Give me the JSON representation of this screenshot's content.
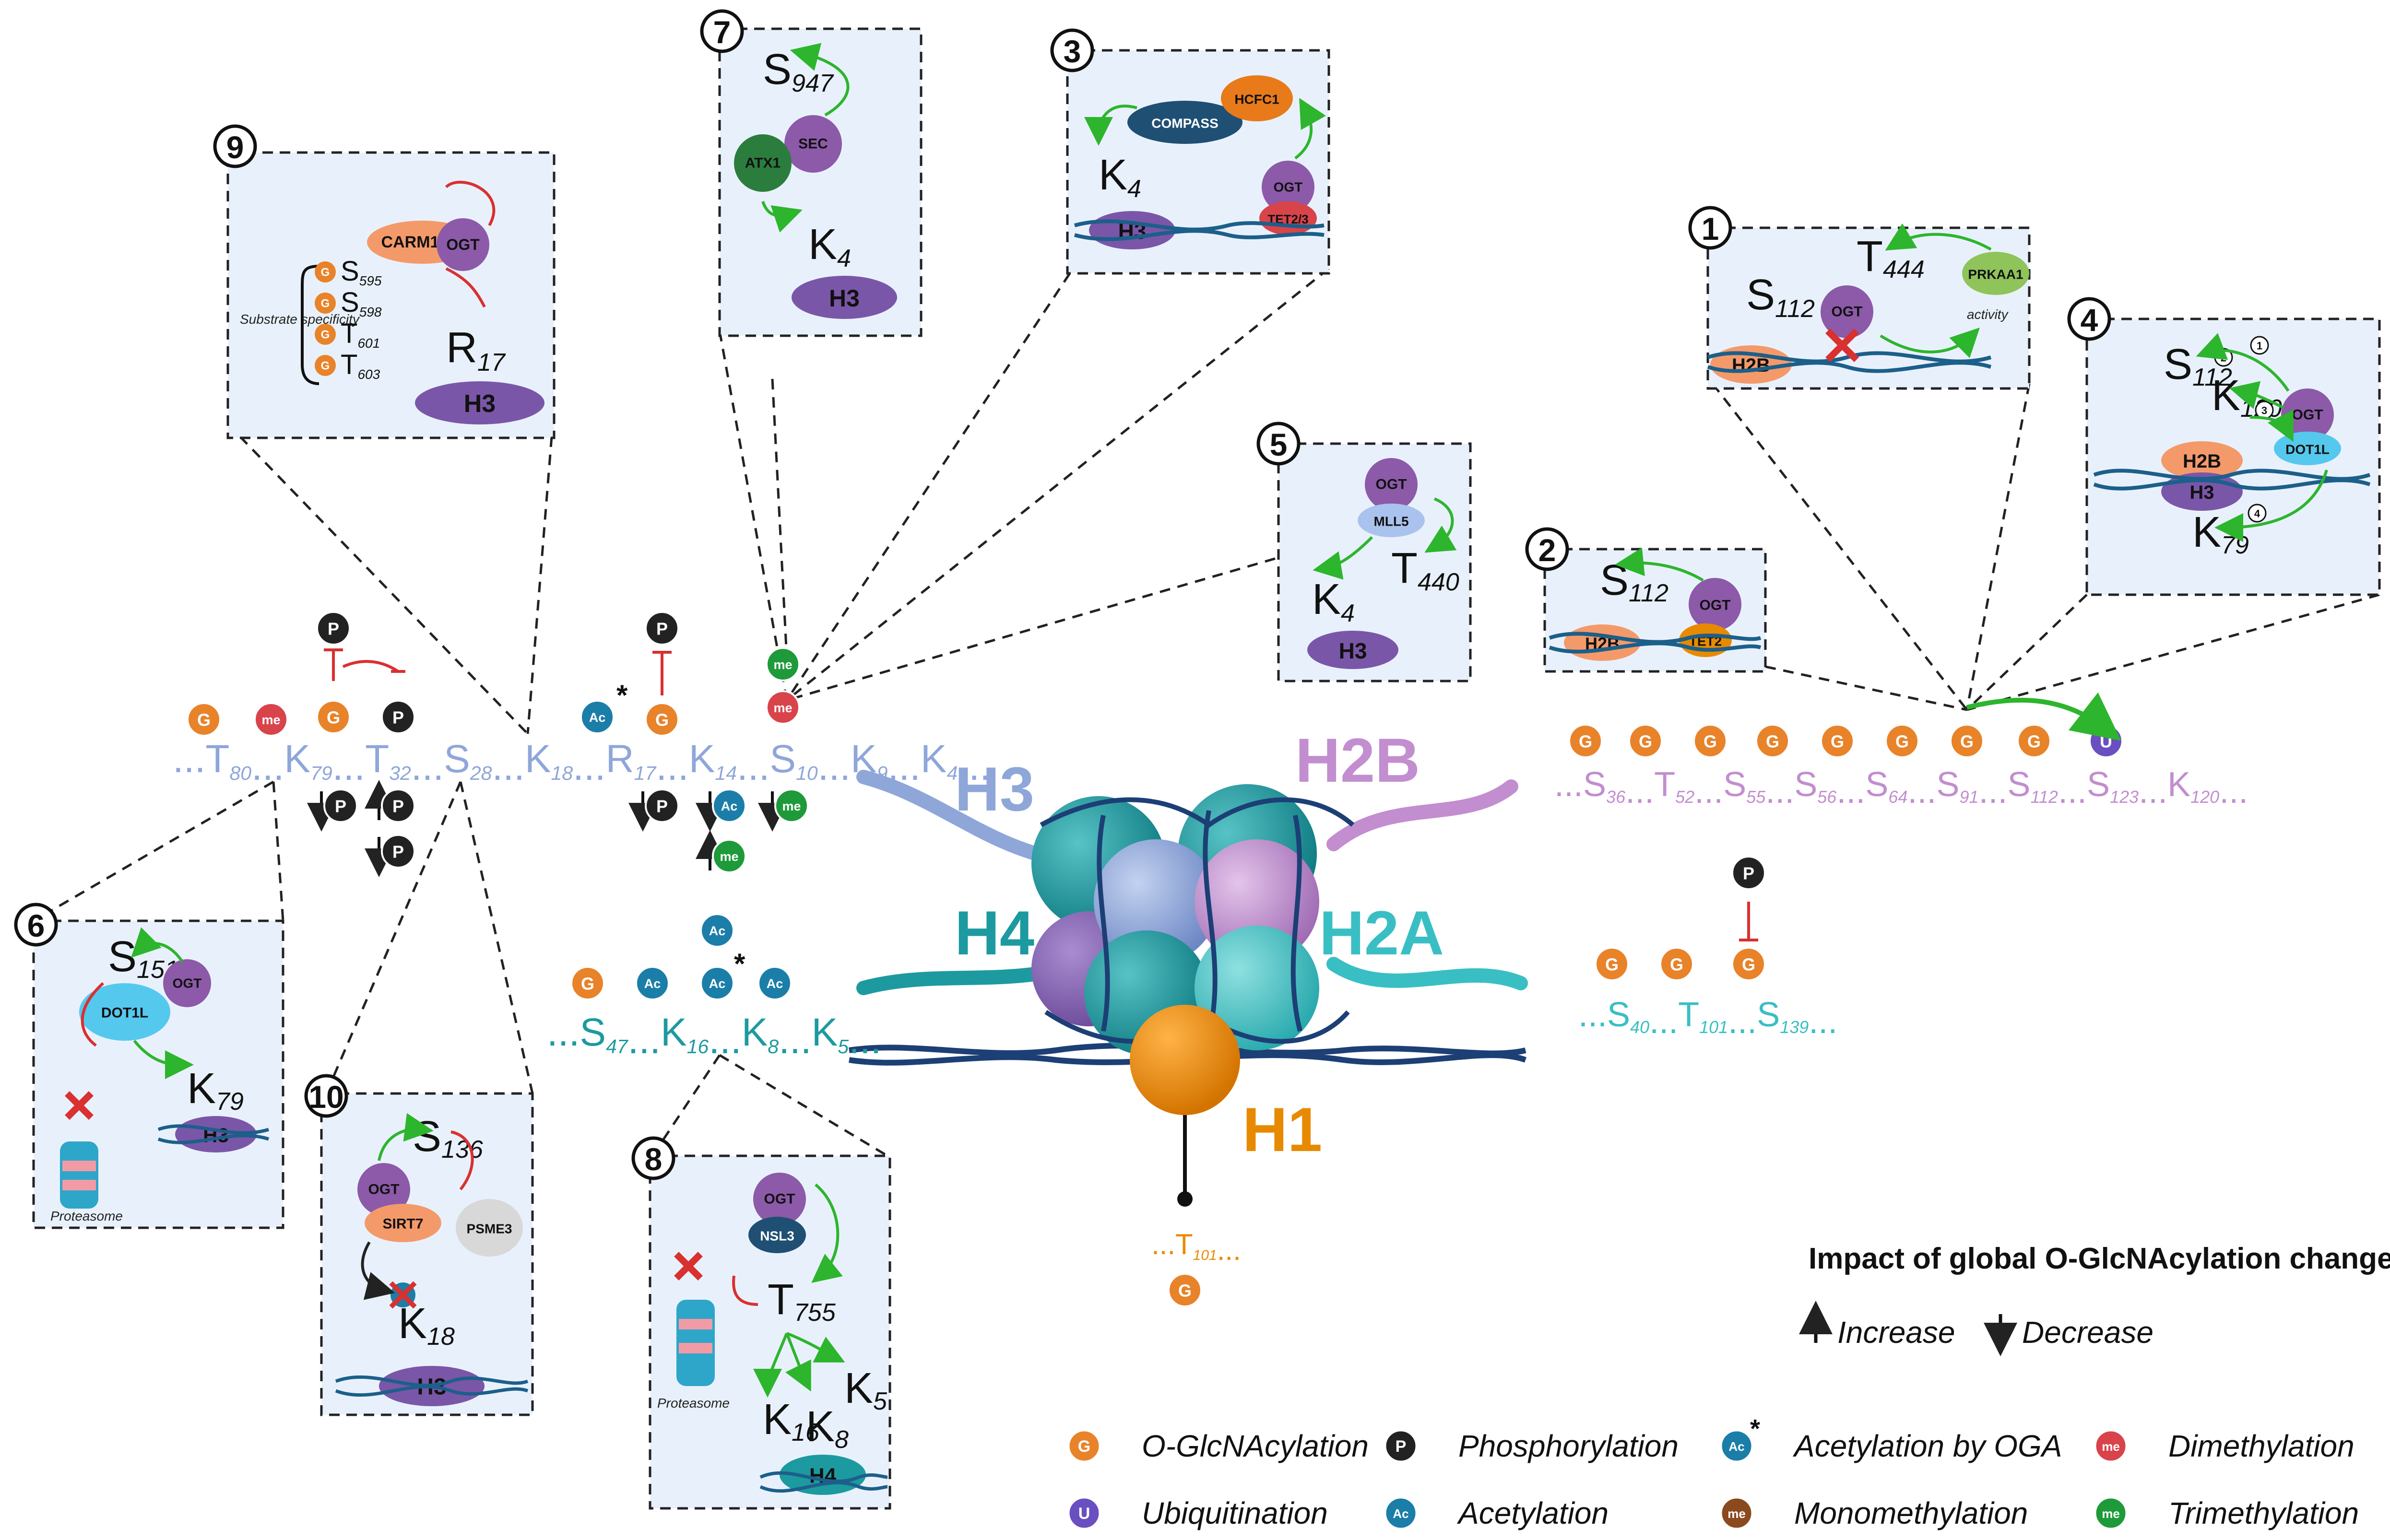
{
  "colors": {
    "glcnac": "#e8832a",
    "phospho": "#222222",
    "acetyl": "#1b7ea8",
    "dimethyl": "#d9434a",
    "trimethyl": "#1e9a3a",
    "monomethyl": "#8a4a1e",
    "ubiquitin": "#6a4fc0",
    "h3": "#8fa6d9",
    "h2b": "#c28ecf",
    "h4": "#1c9aa0",
    "h2a": "#39bfc3",
    "h1": "#e88a00",
    "panel_bg": "#e8f1fb"
  },
  "histones": {
    "h3": "H3",
    "h2b": "H2B",
    "h4": "H4",
    "h2a": "H2A",
    "h1": "H1"
  },
  "sequences": {
    "h3": [
      {
        "res": "T",
        "sub": "80"
      },
      {
        "res": "K",
        "sub": "79"
      },
      {
        "res": "T",
        "sub": "32"
      },
      {
        "res": "S",
        "sub": "28"
      },
      {
        "res": "K",
        "sub": "18"
      },
      {
        "res": "R",
        "sub": "17"
      },
      {
        "res": "K",
        "sub": "14"
      },
      {
        "res": "S",
        "sub": "10"
      },
      {
        "res": "K",
        "sub": "9"
      },
      {
        "res": "K",
        "sub": "4"
      }
    ],
    "h2b": [
      {
        "res": "S",
        "sub": "36"
      },
      {
        "res": "T",
        "sub": "52"
      },
      {
        "res": "S",
        "sub": "55"
      },
      {
        "res": "S",
        "sub": "56"
      },
      {
        "res": "S",
        "sub": "64"
      },
      {
        "res": "S",
        "sub": "91"
      },
      {
        "res": "S",
        "sub": "112"
      },
      {
        "res": "S",
        "sub": "123"
      },
      {
        "res": "K",
        "sub": "120"
      }
    ],
    "h4": [
      {
        "res": "S",
        "sub": "47"
      },
      {
        "res": "K",
        "sub": "16"
      },
      {
        "res": "K",
        "sub": "8"
      },
      {
        "res": "K",
        "sub": "5"
      }
    ],
    "h2a": [
      {
        "res": "S",
        "sub": "40"
      },
      {
        "res": "T",
        "sub": "101"
      },
      {
        "res": "S",
        "sub": "139"
      }
    ],
    "h1": [
      {
        "res": "T",
        "sub": "101"
      }
    ]
  },
  "badges": {
    "G": "G",
    "P": "P",
    "Ac": "Ac",
    "me": "me",
    "U": "U",
    "asterisk": "*"
  },
  "panels": {
    "p1": {
      "num": "1",
      "s": "S",
      "s_sub": "112",
      "t": "T",
      "t_sub": "444",
      "h2b": "H2B",
      "ogt": "OGT",
      "prkaa1": "PRKAA1",
      "activity": "activity"
    },
    "p2": {
      "num": "2",
      "s": "S",
      "s_sub": "112",
      "h2b": "H2B",
      "ogt": "OGT",
      "tet2": "TET2"
    },
    "p3": {
      "num": "3",
      "k": "K",
      "k_sub": "4",
      "h3": "H3",
      "compass": "COMPASS",
      "hcfc1": "HCFC1",
      "ogt": "OGT",
      "tet": "TET2/3"
    },
    "p4": {
      "num": "4",
      "s": "S",
      "s_sub": "112",
      "k": "K",
      "k_sub": "120",
      "k2": "K",
      "k2_sub": "79",
      "h2b": "H2B",
      "h3": "H3",
      "ogt": "OGT",
      "dot1l": "DOT1L",
      "steps": [
        "1",
        "2",
        "3",
        "4"
      ]
    },
    "p5": {
      "num": "5",
      "k": "K",
      "k_sub": "4",
      "t": "T",
      "t_sub": "440",
      "h3": "H3",
      "ogt": "OGT",
      "mll5": "MLL5"
    },
    "p6": {
      "num": "6",
      "s": "S",
      "s_sub": "1511",
      "k": "K",
      "k_sub": "79",
      "h3": "H3",
      "ogt": "OGT",
      "dot1l": "DOT1L",
      "proteasome": "Proteasome"
    },
    "p7": {
      "num": "7",
      "s": "S",
      "s_sub": "947",
      "k": "K",
      "k_sub": "4",
      "h3": "H3",
      "sec": "SEC",
      "atx1": "ATX1"
    },
    "p8": {
      "num": "8",
      "t": "T",
      "t_sub": "755",
      "k16": "K",
      "k16_sub": "16",
      "k8": "K",
      "k8_sub": "8",
      "k5": "K",
      "k5_sub": "5",
      "h4": "H4",
      "ogt": "OGT",
      "nsl3": "NSL3",
      "proteasome": "Proteasome"
    },
    "p9": {
      "num": "9",
      "r": "R",
      "r_sub": "17",
      "h3": "H3",
      "ogt": "OGT",
      "carm1": "CARM1",
      "spec": "Substrate specificity",
      "sites": [
        {
          "res": "S",
          "sub": "595"
        },
        {
          "res": "S",
          "sub": "598"
        },
        {
          "res": "T",
          "sub": "601"
        },
        {
          "res": "T",
          "sub": "603"
        }
      ]
    },
    "p10": {
      "num": "10",
      "s": "S",
      "s_sub": "136",
      "k": "K",
      "k_sub": "18",
      "h3": "H3",
      "ogt": "OGT",
      "sirt7": "SIRT7",
      "psme3": "PSME3"
    }
  },
  "impact": {
    "title": "Impact of global O-GlcNAcylation changes",
    "increase": "Increase",
    "decrease": "Decrease"
  },
  "legend": [
    {
      "badge": "G",
      "label": "O-GlcNAcylation",
      "color": "#e8832a"
    },
    {
      "badge": "P",
      "label": "Phosphorylation",
      "color": "#222222"
    },
    {
      "badge": "Ac*",
      "label": "Acetylation by OGA",
      "color": "#1b7ea8"
    },
    {
      "badge": "me",
      "label": "Dimethylation",
      "color": "#d9434a"
    },
    {
      "badge": "U",
      "label": "Ubiquitination",
      "color": "#6a4fc0"
    },
    {
      "badge": "Ac",
      "label": "Acetylation",
      "color": "#1b7ea8"
    },
    {
      "badge": "me",
      "label": "Monomethylation",
      "color": "#8a4a1e"
    },
    {
      "badge": "me",
      "label": "Trimethylation",
      "color": "#1e9a3a"
    }
  ]
}
